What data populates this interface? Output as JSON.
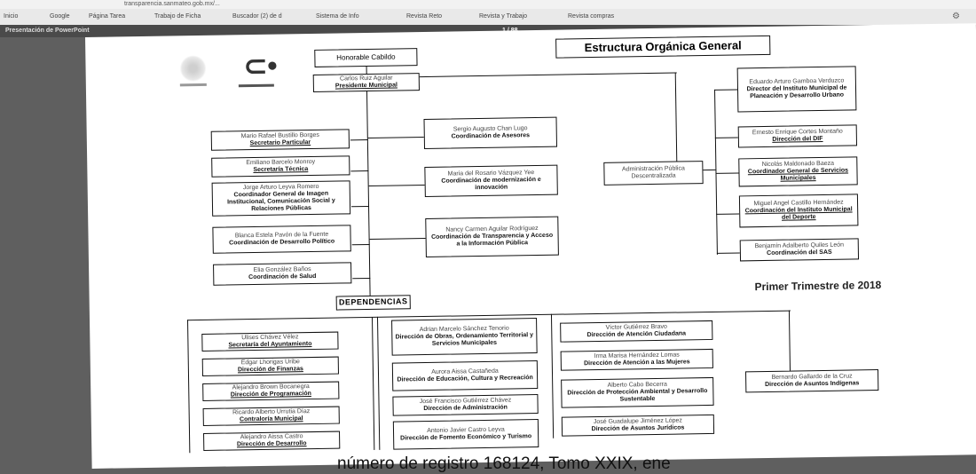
{
  "browser": {
    "url": "transparencia.sanmateo.gob.mx/...",
    "bookmarks": [
      "Inicio",
      "Google",
      "Página Tarea",
      "Trabajo de Ficha",
      "Buscador (2) de d",
      "Sistema de Info",
      "Revista Reto",
      "Revista y Trabajo",
      "Revista compras"
    ],
    "menu_icon": "gear-icon"
  },
  "viewer": {
    "title": "Presentación de PowerPoint",
    "page": "1 / 88"
  },
  "slide": {
    "title": "Estructura Orgánica General",
    "cabildo": "Honorable Cabildo",
    "president": {
      "name": "Carlos Ruiz Aguilar",
      "role": "Presidente Municipal"
    },
    "left_column": [
      {
        "name": "Mario Rafael Bustillo Borges",
        "role": "Secretario Particular"
      },
      {
        "name": "Emiliano Barcelo Monroy",
        "role": "Secretaría Técnica"
      },
      {
        "name": "Jorge Arturo Leyva Romero",
        "role": "Coordinador General de Imagen Institucional, Comunicación Social y Relaciones Públicas"
      },
      {
        "name": "Blanca Estela Pavón de la Fuente",
        "role": "Coordinación de Desarrollo Político"
      },
      {
        "name": "Elia González Baños",
        "role": "Coordinación de Salud"
      }
    ],
    "middle_column": [
      {
        "name": "Sergio Augusto Chan Lugo",
        "role": "Coordinación de Asesores"
      },
      {
        "name": "Maria del Rosario Vázquez Yee",
        "role": "Coordinación de modernización e innovación"
      },
      {
        "name": "Nancy Carmen Aguilar Rodríguez",
        "role": "Coordinación de Transparencia y Acceso a la Información Pública"
      }
    ],
    "admin_publica": "Administración Pública Descentralizada",
    "right_column": [
      {
        "name": "Eduardo Arturo Gamboa Verduzco",
        "role": "Director del Instituto Municipal de Planeación y Desarrollo Urbano"
      },
      {
        "name": "Ernesto Enrique Cortes Montaño",
        "role": "Dirección del DIF"
      },
      {
        "name": "Nicolás Maldonado Baeza",
        "role": "Coordinador General de Servicios Municipales"
      },
      {
        "name": "Miguel Angel Castillo Hernández",
        "role": "Coordinación del Instituto Municipal del Deporte"
      },
      {
        "name": "Benjamín Adalberto Quiles León",
        "role": "Coordinación del SAS"
      }
    ],
    "trimestre": "Primer Trimestre de 2018",
    "dependencias_label": "DEPENDENCIAS",
    "dep_col1": [
      {
        "name": "Ulises Chávez Vélez",
        "role": "Secretaría del Ayuntamiento"
      },
      {
        "name": "Edgar Lhorigas Uribe",
        "role": "Dirección de Finanzas"
      },
      {
        "name": "Alejandro Brown Bocanegra",
        "role": "Dirección de Programación"
      },
      {
        "name": "Ricardo Alberto Urrutia Díaz",
        "role": "Contraloría Municipal"
      },
      {
        "name": "Alejandro Aissa Castro",
        "role": "Dirección de Desarrollo"
      }
    ],
    "dep_col2": [
      {
        "name": "Adrian Marcelo Sánchez Tenorio",
        "role": "Dirección de Obras, Ordenamiento Territorial y Servicios Municipales"
      },
      {
        "name": "Aurora Aissa Castañeda",
        "role": "Dirección de Educación, Cultura y Recreación"
      },
      {
        "name": "José Francisco Gutiérrez Chávez",
        "role": "Dirección de Administración"
      },
      {
        "name": "Antonio Javier Castro Leyva",
        "role": "Dirección de Fomento Económico y Turismo"
      }
    ],
    "dep_col3": [
      {
        "name": "Víctor Gutiérrez Bravo",
        "role": "Dirección de Atención Ciudadana"
      },
      {
        "name": "Irma Marisa Hernández Lomas",
        "role": "Dirección de Atención a las Mujeres"
      },
      {
        "name": "Alberto Cabo Becerra",
        "role": "Dirección de Protección Ambiental y Desarrollo Sustentable"
      },
      {
        "name": "José Guadalupe Jiménez López",
        "role": "Dirección de Asuntos Jurídicos"
      }
    ],
    "dep_far": {
      "name": "Bernardo Gallardo de la Cruz",
      "role": "Dirección de Asuntos Indígenas"
    }
  },
  "footer_text": "número de registro 168124, Tomo XXIX, ene"
}
